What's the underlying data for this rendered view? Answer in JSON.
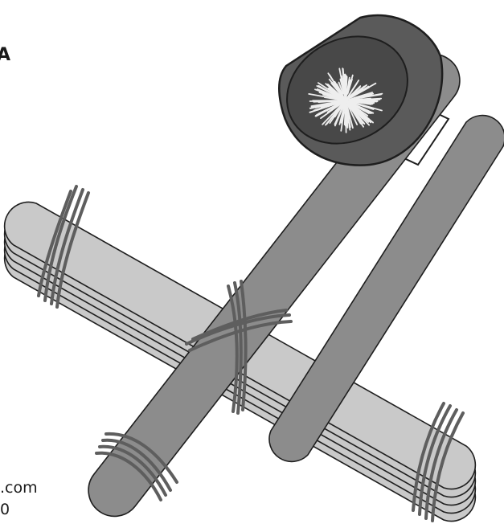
{
  "text_fragments": {
    "left_top": "A",
    "left_bottom_line1": ".com",
    "left_bottom_line2": "0"
  },
  "colors": {
    "background": "#ffffff",
    "stick_light": "#c9c9c9",
    "stick_dark": "#8c8c8c",
    "rubber_band": "#5e5e5e",
    "outline": "#1e1e1e",
    "cup": "#5a5a5a",
    "cup_inner": "#454545",
    "pompom": "#eeeeee",
    "holder": "#ffffff"
  },
  "icons": {
    "scene": "popsicle-stick-catapult-icon",
    "cup": "bottle-cap-cup-icon",
    "projectile": "pompom-icon"
  }
}
